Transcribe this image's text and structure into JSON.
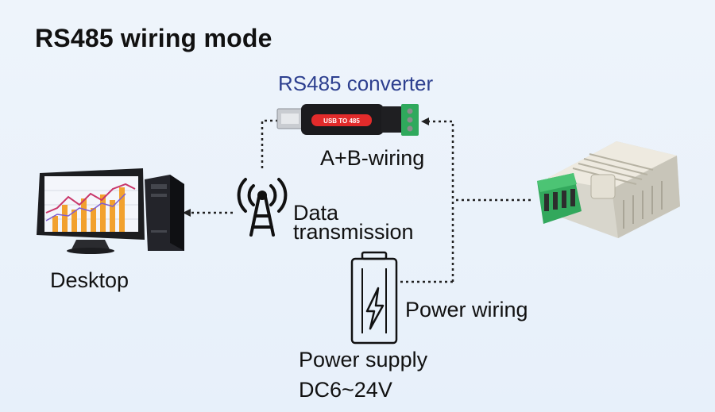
{
  "title": "RS485 wiring mode",
  "labels": {
    "converter": "RS485 converter",
    "ab_wiring": "A+B-wiring",
    "data_line1": "Data",
    "data_line2": "transmission",
    "desktop": "Desktop",
    "power_wiring": "Power wiring",
    "power_supply_line1": "Power supply",
    "power_supply_line2": "DC6~24V"
  },
  "usb_stick_text": "USB TO 485",
  "icons": [
    "desktop-computer-icon",
    "antenna-icon",
    "usb-rs485-converter-icon",
    "battery-lightning-icon",
    "sensor-device-icon"
  ]
}
